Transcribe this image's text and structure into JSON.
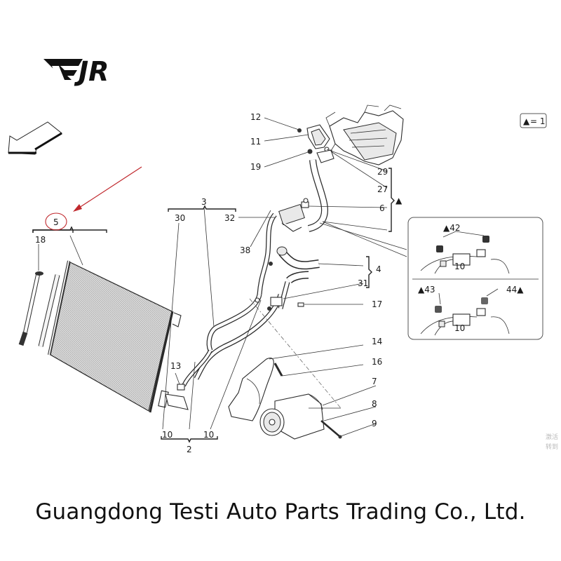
{
  "logo": {
    "text": "EJR"
  },
  "legend_box": {
    "symbol": "▲",
    "text": "= 1"
  },
  "footer": {
    "company": "Guangdong Testi Auto Parts Trading Co., Ltd."
  },
  "watermark": {
    "line1": "激活",
    "line2": "转到"
  },
  "highlight": {
    "part": "5",
    "color": "#c0282d"
  },
  "labels": {
    "p12": "12",
    "p11": "11",
    "p19": "19",
    "p29": "29",
    "p27": "27",
    "p6": "6",
    "p3": "3",
    "p30": "30",
    "p32": "32",
    "p38": "38",
    "p5": "5",
    "p18": "18",
    "p4": "4",
    "p31": "31",
    "p17": "17",
    "p14": "14",
    "p16": "16",
    "p7": "7",
    "p8": "8",
    "p9": "9",
    "p13": "13",
    "p10a": "10",
    "p10b": "10",
    "p2": "2"
  },
  "detail_box": {
    "top": {
      "label": "▲42"
    },
    "bottom": {
      "label_left": "▲43",
      "label_right": "44▲"
    },
    "group_marker": "▲"
  }
}
